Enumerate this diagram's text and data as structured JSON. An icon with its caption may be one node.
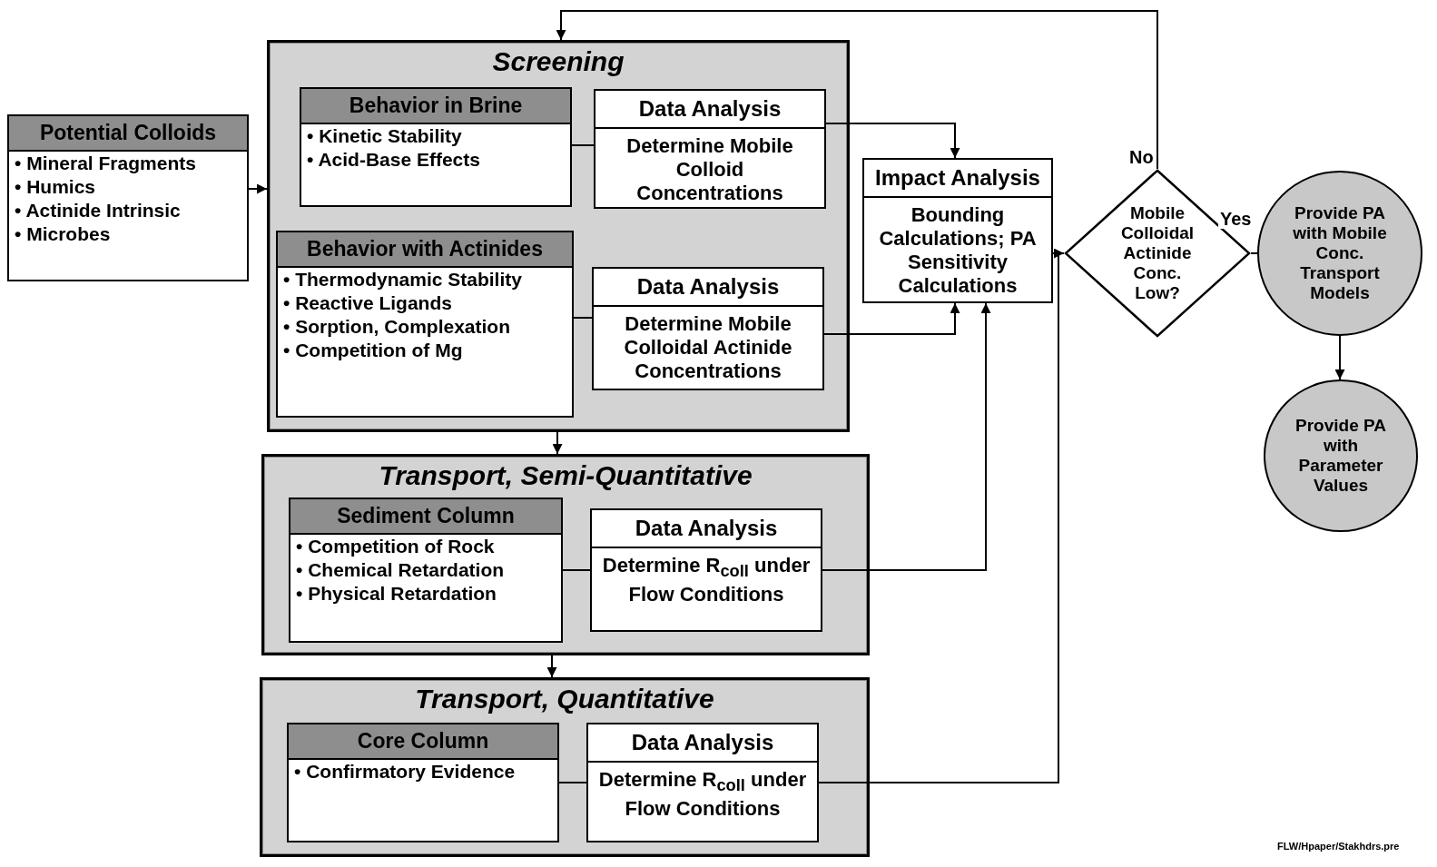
{
  "diagram": {
    "nodes": [
      {
        "text": [
          "Potential Colloids",
          "• Mineral Fragments",
          "• Humics",
          "• Actinide Intrinsic",
          "• Microbes"
        ]
      },
      {
        "text": [
          "Screening"
        ]
      },
      {
        "text": [
          "Behavior in Brine",
          "• Kinetic Stability",
          "• Acid-Base Effects"
        ],
        "in": 1
      },
      {
        "text": [
          "Data Analysis",
          "Determine Mobile Colloid Concentrations"
        ],
        "in": 1
      },
      {
        "text": [
          "Behavior with Actinides",
          "• Thermodynamic Stability",
          "• Reactive Ligands",
          "• Sorption, Complexation",
          "• Competition of Mg"
        ],
        "in": 1
      },
      {
        "text": [
          "Data Analysis",
          "Determine Mobile Colloidal Actinide Concentrations"
        ],
        "in": 1
      },
      {
        "text": [
          "Transport, Semi-Quantitative"
        ]
      },
      {
        "text": [
          "Sediment Column",
          "• Competition of Rock",
          "• Chemical Retardation",
          "• Physical Retardation"
        ],
        "in": 6
      },
      {
        "text": [
          "Data Analysis",
          "Determine R$_{coll}$ under Flow Conditions"
        ],
        "in": 6
      },
      {
        "text": [
          "Transport, Quantitative"
        ]
      },
      {
        "text": [
          "Core Column",
          "• Confirmatory Evidence"
        ],
        "in": 9
      },
      {
        "text": [
          "Data Analysis",
          "Determine R$_{coll}$ under Flow Conditions"
        ],
        "in": 9
      },
      {
        "text": [
          "Impact Analysis",
          "Bounding Calculations; PA Sensitivity Calculations"
        ]
      },
      {
        "text": [
          "Mobile Colloidal Actinide Conc. Low?"
        ]
      },
      {
        "text": [
          "Provide PA with Mobile Conc. Transport Models"
        ]
      },
      {
        "text": [
          "Provide PA with Parameter Values"
        ]
      }
    ],
    "edges": [
      {
        "from": 0,
        "to": 1,
        "arrow": "to"
      },
      {
        "from": 2,
        "to": 3,
        "arrow": "none"
      },
      {
        "from": 4,
        "to": 5,
        "arrow": "none"
      },
      {
        "from": 7,
        "to": 8,
        "arrow": "none"
      },
      {
        "from": 10,
        "to": 11,
        "arrow": "none"
      },
      {
        "from": 3,
        "to": 12,
        "arrow": "to"
      },
      {
        "from": 5,
        "to": 12,
        "arrow": "to"
      },
      {
        "from": 8,
        "to": 12,
        "arrow": "to"
      },
      {
        "from": 11,
        "to": 13,
        "arrow": "to"
      },
      {
        "from": 12,
        "to": 13,
        "arrow": "none"
      },
      {
        "from": 13,
        "to": 1,
        "arrow": "to",
        "label": "No"
      },
      {
        "from": 13,
        "to": 14,
        "arrow": "none",
        "label": "Yes"
      },
      {
        "from": 14,
        "to": 15,
        "arrow": "to"
      },
      {
        "from": 1,
        "to": 6,
        "arrow": "to"
      },
      {
        "from": 6,
        "to": 9,
        "arrow": "to"
      }
    ],
    "labels": [
      "FLW/Hpaper/Stakhdrs.pre"
    ]
  }
}
